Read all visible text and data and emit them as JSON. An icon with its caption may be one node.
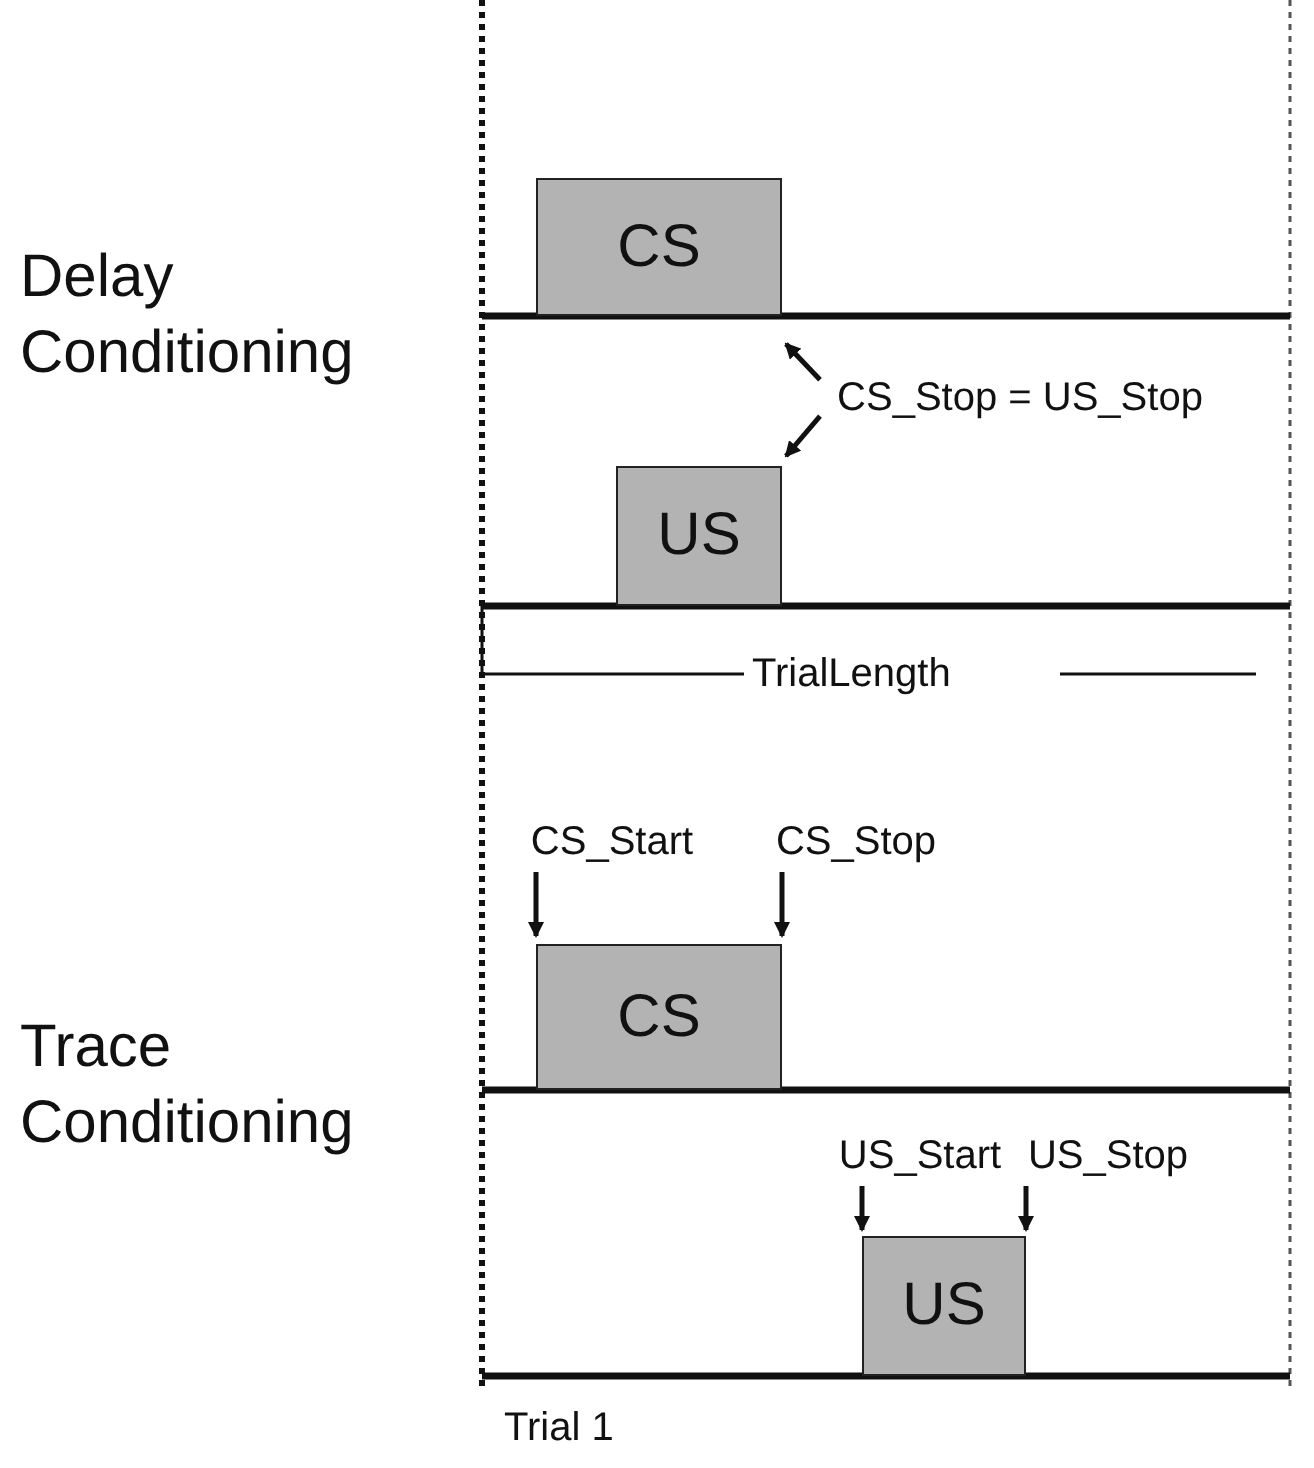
{
  "diagram": {
    "nodes": [
      {
        "text": [
          "CS"
        ]
      },
      {
        "text": [
          "US"
        ]
      },
      {
        "text": [
          "CS_Stop = US_Stop"
        ]
      },
      {
        "text": [
          "CS"
        ]
      },
      {
        "text": [
          "CS_Start"
        ]
      },
      {
        "text": [
          "CS_Stop"
        ]
      },
      {
        "text": [
          "US"
        ]
      },
      {
        "text": [
          "US_Start"
        ]
      },
      {
        "text": [
          "US_Stop"
        ]
      }
    ],
    "edges": [
      {
        "from": 2,
        "to": 0,
        "arrow": "to"
      },
      {
        "from": 2,
        "to": 1,
        "arrow": "to"
      },
      {
        "from": 4,
        "to": 3,
        "arrow": "to"
      },
      {
        "from": 5,
        "to": 3,
        "arrow": "to"
      },
      {
        "from": 7,
        "to": 6,
        "arrow": "to"
      },
      {
        "from": 8,
        "to": 6,
        "arrow": "to"
      }
    ],
    "labels": [
      "Delay Conditioning",
      "TrialLength",
      "Trace Conditioning",
      "Trial 1"
    ]
  }
}
